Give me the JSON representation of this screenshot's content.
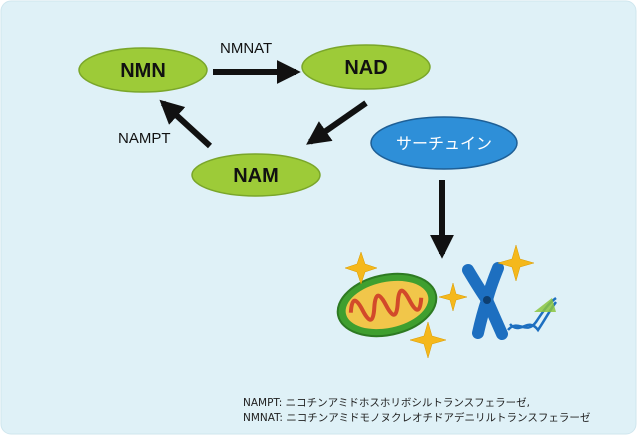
{
  "diagram": {
    "nodes": {
      "nmn": "NMN",
      "nad": "NAD",
      "nam": "NAM",
      "sirtuin": "サーチュイン"
    },
    "edges": {
      "nmn_to_nad": "NMNAT",
      "nam_to_nmn": "NAMPT"
    },
    "footnotes": [
      "NAMPT: ニコチンアミドホスホリボシルトランスフェラーゼ,",
      "NMNAT: ニコチンアミドモノヌクレオチドアデニリルトランスフェラーゼ"
    ],
    "colors": {
      "background": "#dff1f7",
      "node_fill": "#9dcb38",
      "node_stroke": "#7aa62a",
      "sirtuin_fill": "#2e8fd8",
      "sirtuin_stroke": "#1e5f96",
      "arrow": "#111111",
      "sparkle": "#f5b81b"
    },
    "icons": [
      "mitochondrion-icon",
      "chromosome-icon",
      "dna-helix-icon",
      "sparkle-icon"
    ]
  }
}
